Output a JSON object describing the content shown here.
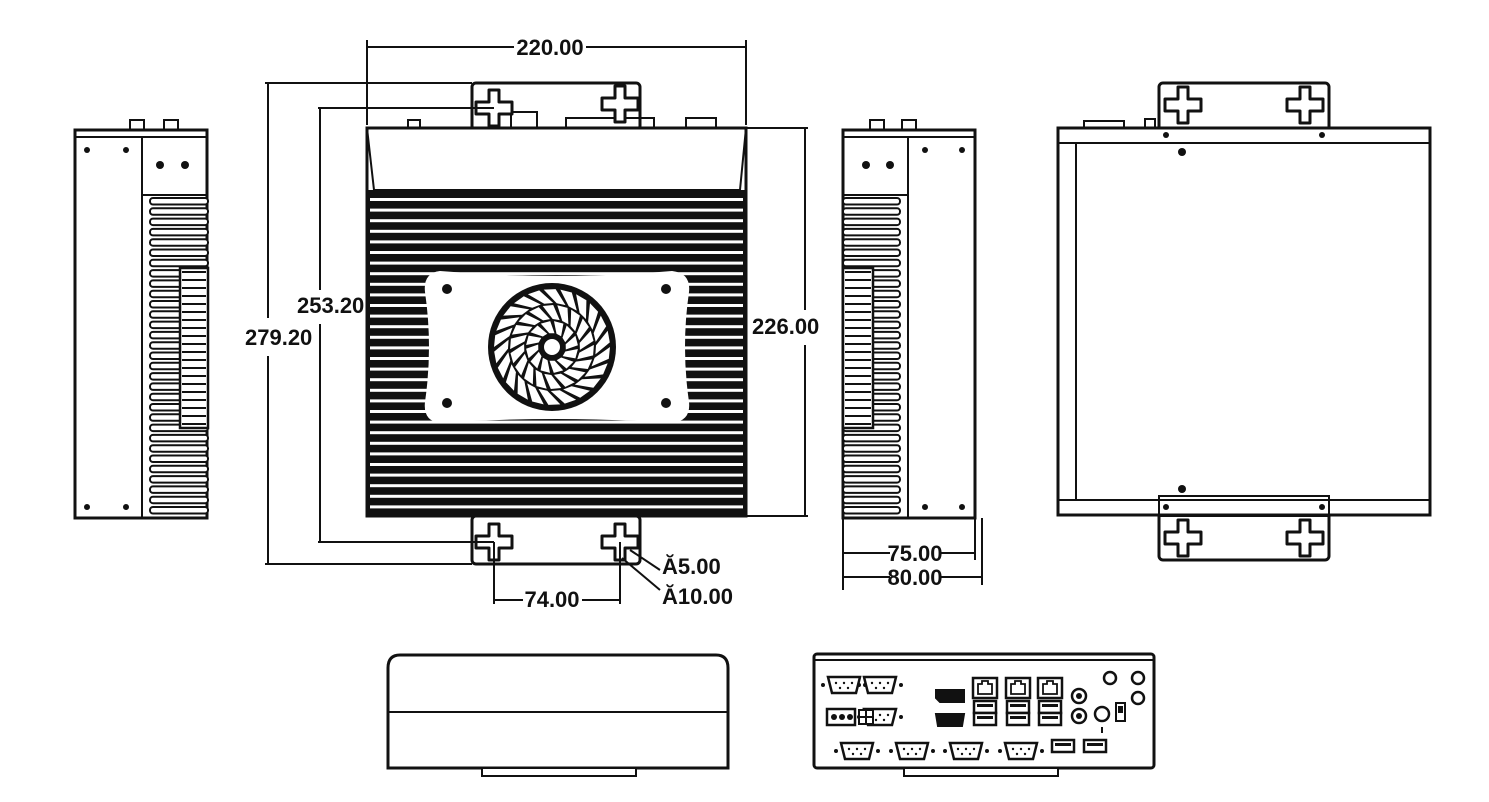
{
  "dimensions": {
    "overall_width": "220.00",
    "overall_height": "279.20",
    "mount_hole_spacing_vertical": "253.20",
    "body_height": "226.00",
    "mount_hole_spacing_horizontal": "74.00",
    "hole_small_diameter": "Ă5.00",
    "hole_large_diameter": "Ă10.00",
    "body_depth": "75.00",
    "overall_depth": "80.00"
  },
  "views": {
    "left_side": "side-view-left",
    "front": "front-view-fan",
    "right_side": "side-view-right",
    "rear": "rear-view-plain",
    "bottom_plain": "end-view-plain",
    "bottom_io": "io-panel-view"
  },
  "colors": {
    "line": "#111111",
    "background": "#ffffff"
  },
  "icons": {
    "fan": "fan-icon",
    "mounting_slot": "cross-slot-icon",
    "lan_port": "ethernet-port-icon",
    "serial_port": "db9-port-icon",
    "usb_port": "usb-port-icon",
    "hdmi_port": "hdmi-port-icon",
    "antenna": "antenna-connector-icon"
  }
}
